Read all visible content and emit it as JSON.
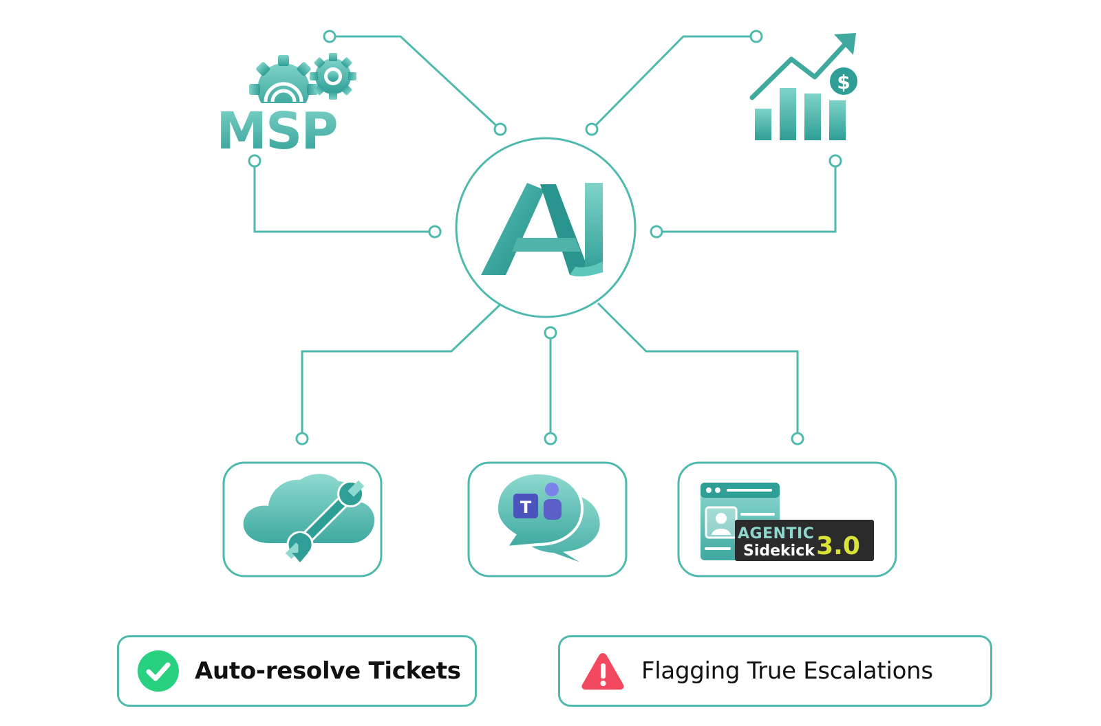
{
  "diagram": {
    "hub": {
      "label": "AI"
    },
    "nodes": {
      "msp": {
        "label": "MSP",
        "icon": "msp-gears-icon"
      },
      "growth": {
        "label": "$",
        "icon": "revenue-growth-chart-icon"
      },
      "cloud": {
        "icon": "cloud-wrench-download-icon"
      },
      "teams": {
        "label": "T",
        "icon": "teams-chat-icon"
      },
      "sidekick": {
        "line1": "AGENTIC",
        "line2": "Sidekick",
        "version": "3.0",
        "icon": "agentic-sidekick-profile-icon"
      }
    }
  },
  "outcomes": {
    "resolve": {
      "label": "Auto-resolve Tickets",
      "icon": "check-circle-icon"
    },
    "escalate": {
      "label": "Flagging True Escalations",
      "icon": "warning-triangle-icon"
    }
  },
  "colors": {
    "line": "#4fb9ad",
    "teal_light": "#7fd3c8",
    "teal_dark": "#2f9e96",
    "check": "#27d17f",
    "warning": "#f2495f",
    "sidekick_badge": "#2b2b2b",
    "sidekick_accent": "#d9e236"
  }
}
